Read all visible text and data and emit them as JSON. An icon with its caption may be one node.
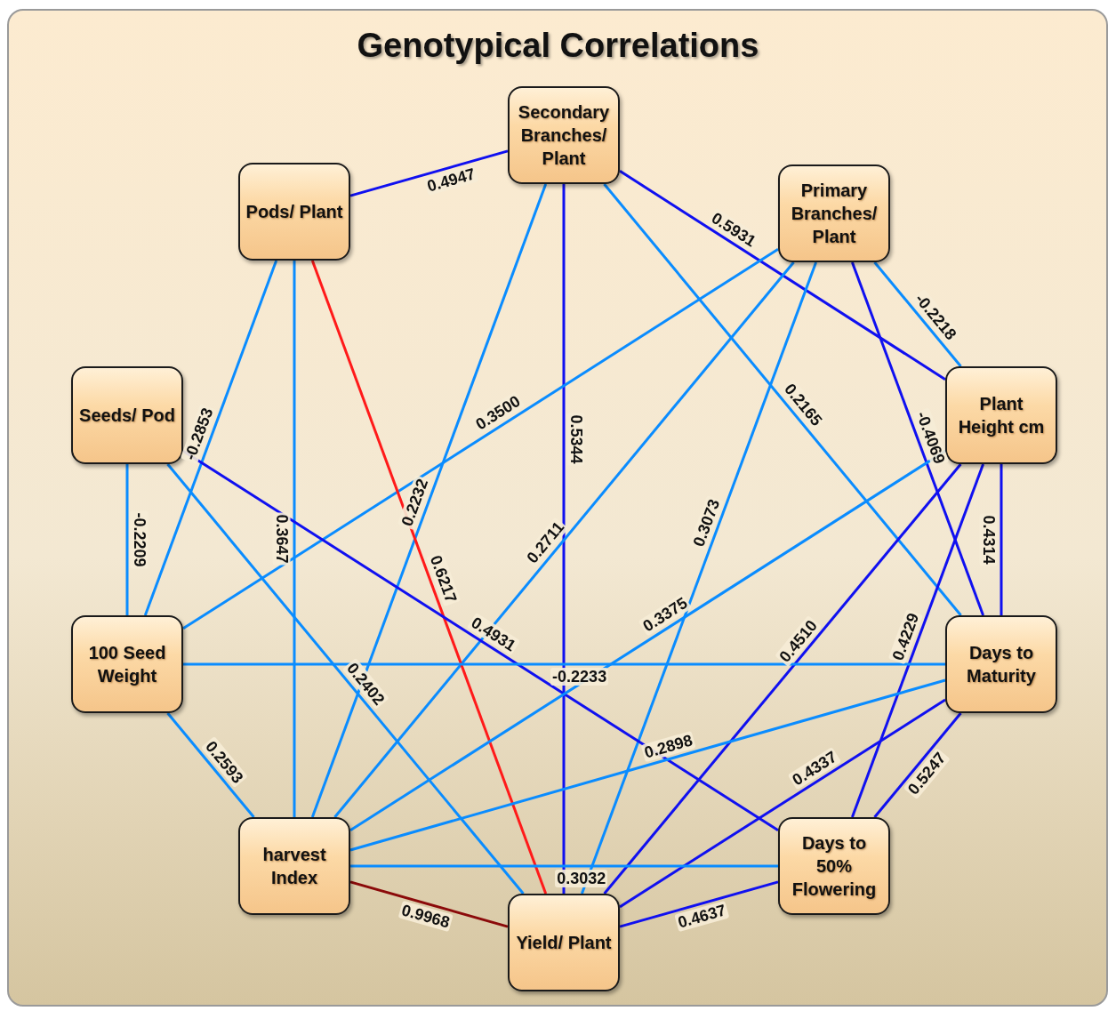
{
  "diagram": {
    "title": "Genotypical Correlations",
    "nodes": [
      {
        "text": [
          "Secondary Branches/ Plant"
        ]
      },
      {
        "text": [
          "Pods/ Plant"
        ]
      },
      {
        "text": [
          "Primary Branches/ Plant"
        ]
      },
      {
        "text": [
          "Seeds/ Pod"
        ]
      },
      {
        "text": [
          "Plant Height cm"
        ]
      },
      {
        "text": [
          "100 Seed Weight"
        ]
      },
      {
        "text": [
          "Days to Maturity"
        ]
      },
      {
        "text": [
          "harvest Index"
        ]
      },
      {
        "text": [
          "Days to 50% Flowering"
        ]
      },
      {
        "text": [
          "Yield/ Plant"
        ]
      }
    ],
    "edges": [
      {
        "from": 1,
        "to": 0,
        "arrow": "none",
        "label": "0.4947",
        "color": "#1010f0"
      },
      {
        "from": 0,
        "to": 4,
        "arrow": "none",
        "label": "0.5931",
        "color": "#1010f0"
      },
      {
        "from": 0,
        "to": 9,
        "arrow": "none",
        "label": "0.5344",
        "color": "#1010f0"
      },
      {
        "from": 0,
        "to": 6,
        "arrow": "none",
        "label": "0.2165"
      },
      {
        "from": 0,
        "to": 7,
        "arrow": "none",
        "label": "0.2232"
      },
      {
        "from": 2,
        "to": 4,
        "arrow": "none",
        "label": "-0.2218"
      },
      {
        "from": 2,
        "to": 6,
        "arrow": "none",
        "label": "-0.4069",
        "color": "#1010f0"
      },
      {
        "from": 2,
        "to": 5,
        "arrow": "none",
        "label": "0.3500"
      },
      {
        "from": 2,
        "to": 7,
        "arrow": "none",
        "label": "0.2711"
      },
      {
        "from": 2,
        "to": 9,
        "arrow": "none",
        "label": "0.3073"
      },
      {
        "from": 1,
        "to": 5,
        "arrow": "none",
        "label": "-0.2853"
      },
      {
        "from": 1,
        "to": 7,
        "arrow": "none",
        "label": "0.3647"
      },
      {
        "from": 1,
        "to": 9,
        "arrow": "none",
        "label": "0.6217",
        "color": "#ff1a1a"
      },
      {
        "from": 3,
        "to": 5,
        "arrow": "none",
        "label": "-0.2209"
      },
      {
        "from": 3,
        "to": 9,
        "arrow": "none",
        "label": "0.2402"
      },
      {
        "from": 3,
        "to": 8,
        "arrow": "none",
        "label": "0.4931",
        "color": "#1010f0"
      },
      {
        "from": 4,
        "to": 7,
        "arrow": "none",
        "label": "0.3375"
      },
      {
        "from": 4,
        "to": 6,
        "arrow": "none",
        "label": "0.4314",
        "color": "#1010f0"
      },
      {
        "from": 4,
        "to": 9,
        "arrow": "none",
        "label": "0.4510",
        "color": "#1010f0"
      },
      {
        "from": 4,
        "to": 8,
        "arrow": "none",
        "label": "0.4229",
        "color": "#1010f0"
      },
      {
        "from": 5,
        "to": 6,
        "arrow": "none",
        "label": "-0.2233"
      },
      {
        "from": 5,
        "to": 7,
        "arrow": "none",
        "label": "0.2593"
      },
      {
        "from": 6,
        "to": 7,
        "arrow": "none",
        "label": "0.2898"
      },
      {
        "from": 6,
        "to": 9,
        "arrow": "none",
        "label": "0.4337",
        "color": "#1010f0"
      },
      {
        "from": 6,
        "to": 8,
        "arrow": "none",
        "label": "0.5247",
        "color": "#1010f0"
      },
      {
        "from": 7,
        "to": 8,
        "arrow": "none",
        "label": "0.3032"
      },
      {
        "from": 7,
        "to": 9,
        "arrow": "none",
        "label": "0.9968",
        "color": "#8b0a0a"
      },
      {
        "from": 8,
        "to": 9,
        "arrow": "none",
        "label": "0.4637",
        "color": "#1010f0"
      }
    ]
  }
}
